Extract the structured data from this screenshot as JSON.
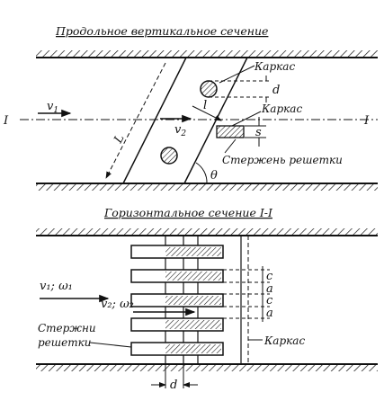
{
  "top_section": {
    "title": "Продольное вертикальное сечение",
    "label_frame_1": "Каркас",
    "label_d": "d",
    "label_frame_2": "Каркас",
    "label_bars": "Стержень решетки",
    "label_section_left": "I",
    "label_section_right": "I",
    "label_v1": "v",
    "label_v1_sub": "1",
    "label_v2": "v",
    "label_v2_sub": "2",
    "label_l_small": "l",
    "label_L": "L",
    "label_s": "s",
    "label_theta": "θ"
  },
  "bottom_section": {
    "title": "Горизонтальное сечение I-I",
    "label_flow": "v₁; ω₁",
    "label_flow2": "v₂; ω₂",
    "label_bars_1": "Стержни",
    "label_bars_2": "решетки",
    "label_frame": "Каркас",
    "label_c1": "c",
    "label_a1": "a",
    "label_c2": "c",
    "label_a2": "a",
    "label_d": "d"
  }
}
